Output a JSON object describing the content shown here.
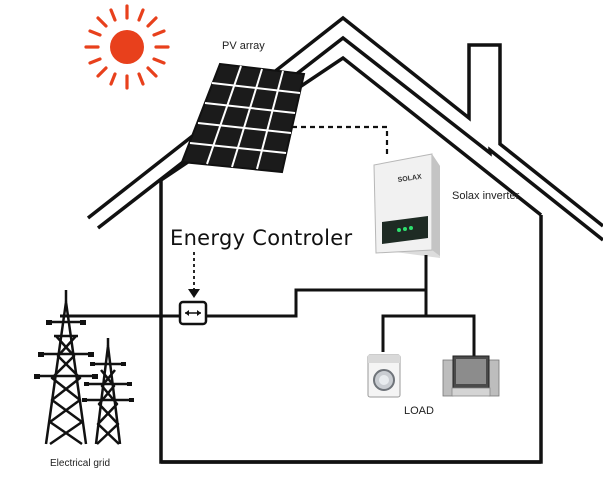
{
  "labels": {
    "pv_array": "PV array",
    "inverter": "Solax inverter",
    "controller": "Energy Controler",
    "load": "LOAD",
    "grid": "Electrical grid",
    "inverter_brand": "SOLAX"
  },
  "icons": [
    "sun-icon",
    "solar-panel-icon",
    "inverter-icon",
    "energy-meter-icon",
    "washing-machine-icon",
    "television-icon",
    "power-tower-icon"
  ],
  "colors": {
    "sun": "#e8401c",
    "panel_cells": "#1a1a1a",
    "house_outline": "#111111",
    "wire": "#111111"
  }
}
